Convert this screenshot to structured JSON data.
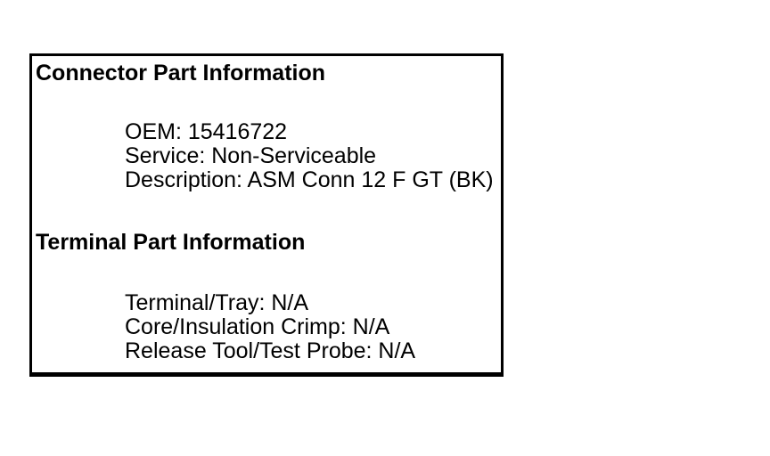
{
  "panel": {
    "colors": {
      "text": "#000000",
      "border": "#000000",
      "background": "#ffffff"
    },
    "sections": [
      {
        "heading": "Connector Part Information",
        "lines": [
          "OEM: 15416722",
          "Service: Non-Serviceable",
          "Description: ASM Conn 12 F GT (BK)"
        ]
      },
      {
        "heading": "Terminal Part Information",
        "lines": [
          "Terminal/Tray: N/A",
          "Core/Insulation Crimp: N/A",
          "Release Tool/Test Probe: N/A"
        ]
      }
    ]
  }
}
